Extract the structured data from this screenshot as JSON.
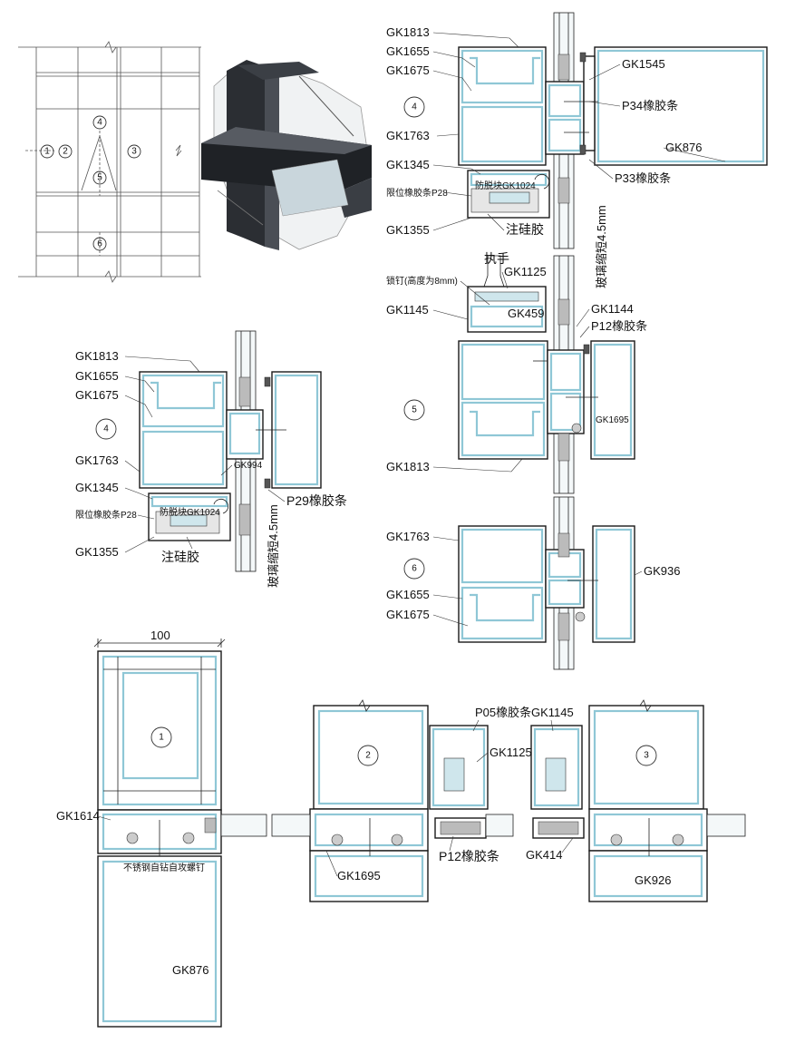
{
  "elevation_marks": [
    "1",
    "2",
    "3",
    "4",
    "5",
    "6"
  ],
  "sections": {
    "s4_right": {
      "mark": "4",
      "labels": [
        "GK1813",
        "GK1655",
        "GK1675",
        "GK1545",
        "P34橡胶条",
        "GK1763",
        "GK876",
        "GK1345",
        "P33橡胶条",
        "限位橡胶条P28",
        "防脱块GK1024",
        "GK1355",
        "注硅胶"
      ],
      "note": "玻璃缩短4.5mm"
    },
    "s5": {
      "mark": "5",
      "labels": [
        "执手",
        "GK1125",
        "锁钉(高度为8mm)",
        "GK1145",
        "GK459",
        "GK1144",
        "P12橡胶条",
        "GK1695",
        "GK1813"
      ]
    },
    "s4_left": {
      "mark": "4",
      "labels": [
        "GK1813",
        "GK1655",
        "GK1675",
        "GK1763",
        "GK994",
        "GK1345",
        "P29橡胶条",
        "防脱块GK1024",
        "限位橡胶条P28",
        "GK1355",
        "注硅胶"
      ],
      "note": "玻璃缩短4.5mm"
    },
    "s6": {
      "mark": "6",
      "labels": [
        "GK1763",
        "GK936",
        "GK1655",
        "GK1675"
      ]
    },
    "s1": {
      "mark": "1",
      "dimension": "100",
      "labels": [
        "GK1614",
        "不锈钢自钻自攻螺钉",
        "GK876"
      ]
    },
    "s2": {
      "mark": "2",
      "labels": [
        "P05橡胶条",
        "GK1125",
        "GK1695",
        "P12橡胶条"
      ]
    },
    "s3": {
      "mark": "3",
      "labels": [
        "GK1145",
        "GK414",
        "GK926"
      ]
    }
  }
}
